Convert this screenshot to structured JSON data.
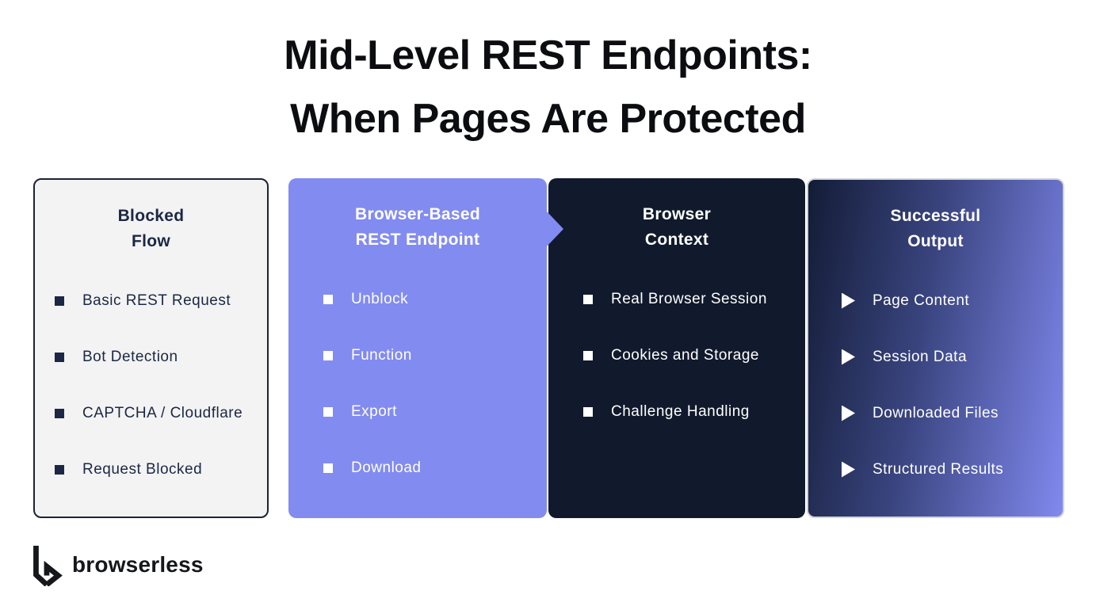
{
  "title": {
    "line1": "Mid-Level REST Endpoints:",
    "line2": "When Pages Are Protected"
  },
  "panels": [
    {
      "id": "blocked-flow",
      "title_line1": "Blocked",
      "title_line2": "Flow",
      "bullet": "square",
      "items": [
        "Basic REST Request",
        "Bot Detection",
        "CAPTCHA / Cloudflare",
        "Request Blocked"
      ]
    },
    {
      "id": "browser-based-rest-endpoint",
      "title_line1": "Browser-Based",
      "title_line2": "REST Endpoint",
      "bullet": "square",
      "items": [
        "Unblock",
        "Function",
        "Export",
        "Download"
      ]
    },
    {
      "id": "browser-context",
      "title_line1": "Browser",
      "title_line2": "Context",
      "bullet": "square",
      "items": [
        "Real Browser Session",
        "Cookies and Storage",
        "Challenge Handling"
      ]
    },
    {
      "id": "successful-output",
      "title_line1": "Successful",
      "title_line2": "Output",
      "bullet": "triangle",
      "items": [
        "Page Content",
        "Session Data",
        "Downloaded Files",
        "Structured Results"
      ]
    }
  ],
  "logo": {
    "text": "browserless"
  },
  "colors": {
    "accent_purple": "#828bf0",
    "dark_navy": "#111a2c",
    "panel_light_bg": "#f3f3f4",
    "panel_light_border": "#1b2336",
    "gradient_start": "#131c36",
    "gradient_end": "#8189ee",
    "text_dark": "#1b2744",
    "text_light": "#ffffff"
  }
}
